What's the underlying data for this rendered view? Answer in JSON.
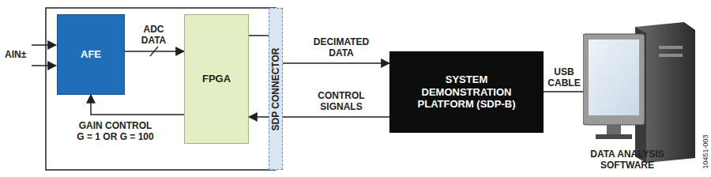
{
  "diagram": {
    "nodes": [
      {
        "text": [
          "AFE"
        ]
      },
      {
        "text": [
          "FPGA"
        ]
      },
      {
        "text": [
          "SDP CONNECTOR"
        ]
      },
      {
        "text": [
          "SYSTEM DEMONSTRATION PLATFORM (SDP-B)"
        ]
      },
      {
        "text": [
          "DATA ANALYSIS SOFTWARE"
        ]
      }
    ],
    "edges": [
      {
        "from": 0,
        "to": 1,
        "arrow": "to",
        "label": "ADC DATA"
      },
      {
        "from": 1,
        "to": 0,
        "arrow": "to",
        "label": "GAIN CONTROL G = 1 OR G = 100"
      },
      {
        "from": 1,
        "to": 3,
        "arrow": "to",
        "label": "DECIMATED DATA"
      },
      {
        "from": 3,
        "to": 1,
        "arrow": "to",
        "label": "CONTROL SIGNALS"
      },
      {
        "from": 3,
        "to": 4,
        "arrow": "none",
        "label": "USB CABLE"
      }
    ],
    "labels": [
      "AIN±",
      "10451-003"
    ]
  }
}
